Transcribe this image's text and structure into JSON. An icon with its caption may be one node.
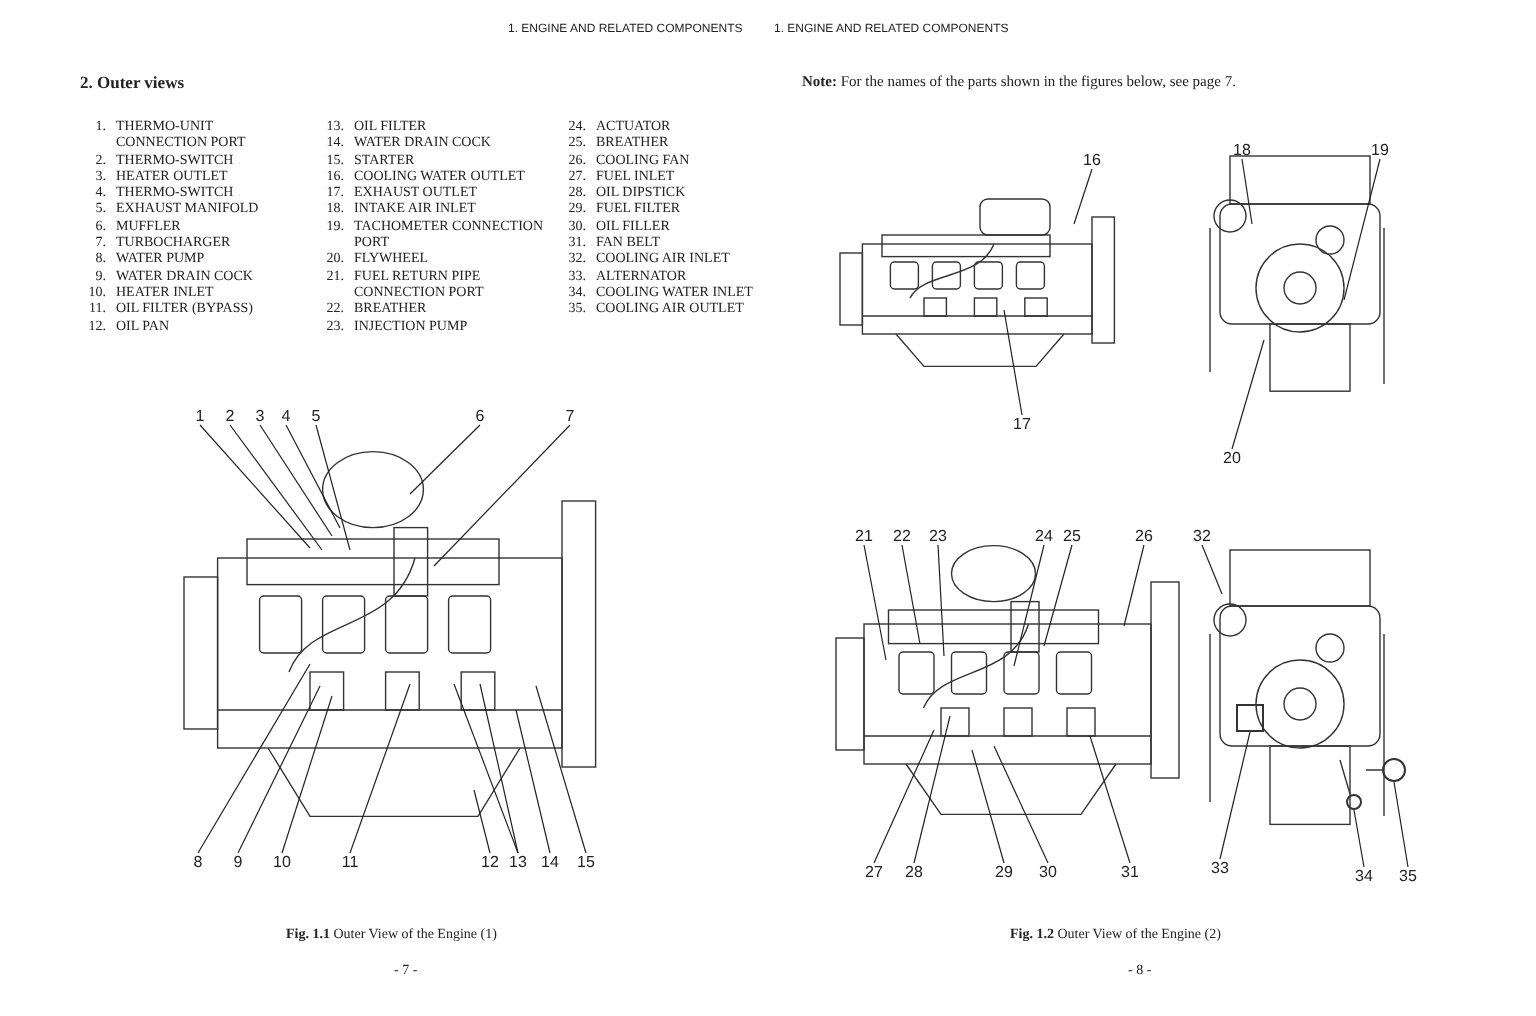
{
  "diagram": {
    "title": "2. Outer views",
    "nodes": [
      {
        "text": [
          "1"
        ]
      },
      {
        "text": [
          "2"
        ]
      },
      {
        "text": [
          "3"
        ]
      },
      {
        "text": [
          "4"
        ]
      },
      {
        "text": [
          "5"
        ]
      },
      {
        "text": [
          "6"
        ]
      },
      {
        "text": [
          "7"
        ]
      },
      {
        "text": [
          "8"
        ]
      },
      {
        "text": [
          "9"
        ]
      },
      {
        "text": [
          "10"
        ]
      },
      {
        "text": [
          "11"
        ]
      },
      {
        "text": [
          "12"
        ]
      },
      {
        "text": [
          "13"
        ]
      },
      {
        "text": [
          "14"
        ]
      },
      {
        "text": [
          "15"
        ]
      },
      {
        "text": [
          "16"
        ]
      },
      {
        "text": [
          "17"
        ]
      },
      {
        "text": [
          "18"
        ]
      },
      {
        "text": [
          "19"
        ]
      },
      {
        "text": [
          "20"
        ]
      },
      {
        "text": [
          "21"
        ]
      },
      {
        "text": [
          "22"
        ]
      },
      {
        "text": [
          "23"
        ]
      },
      {
        "text": [
          "24"
        ]
      },
      {
        "text": [
          "25"
        ]
      },
      {
        "text": [
          "26"
        ]
      },
      {
        "text": [
          "27"
        ]
      },
      {
        "text": [
          "28"
        ]
      },
      {
        "text": [
          "29"
        ]
      },
      {
        "text": [
          "30"
        ]
      },
      {
        "text": [
          "31"
        ]
      },
      {
        "text": [
          "32"
        ]
      },
      {
        "text": [
          "33"
        ]
      },
      {
        "text": [
          "34"
        ]
      },
      {
        "text": [
          "35"
        ]
      },
      {
        "text": [],
        "shape": "box"
      },
      {
        "text": [],
        "shape": "circle"
      },
      {
        "text": [],
        "shape": "circle"
      }
    ],
    "edges": [
      {
        "from": 0,
        "to": null,
        "arrow": "none"
      },
      {
        "from": 1,
        "to": null,
        "arrow": "none"
      },
      {
        "from": 2,
        "to": null,
        "arrow": "none"
      },
      {
        "from": 3,
        "to": null,
        "arrow": "none"
      },
      {
        "from": 4,
        "to": null,
        "arrow": "none"
      },
      {
        "from": 5,
        "to": null,
        "arrow": "none"
      },
      {
        "from": 6,
        "to": null,
        "arrow": "none"
      },
      {
        "from": 7,
        "to": null,
        "arrow": "none"
      },
      {
        "from": 8,
        "to": null,
        "arrow": "none"
      },
      {
        "from": 9,
        "to": null,
        "arrow": "none"
      },
      {
        "from": 10,
        "to": null,
        "arrow": "none"
      },
      {
        "from": 11,
        "to": null,
        "arrow": "none"
      },
      {
        "from": 12,
        "to": null,
        "arrow": "none"
      },
      {
        "from": 12,
        "to": null,
        "arrow": "none"
      },
      {
        "from": 13,
        "to": null,
        "arrow": "none"
      },
      {
        "from": 14,
        "to": null,
        "arrow": "none"
      },
      {
        "from": 15,
        "to": null,
        "arrow": "none"
      },
      {
        "from": 16,
        "to": null,
        "arrow": "none"
      },
      {
        "from": 17,
        "to": null,
        "arrow": "none"
      },
      {
        "from": 18,
        "to": null,
        "arrow": "none"
      },
      {
        "from": 19,
        "to": null,
        "arrow": "none"
      },
      {
        "from": 20,
        "to": null,
        "arrow": "none"
      },
      {
        "from": 21,
        "to": null,
        "arrow": "none"
      },
      {
        "from": 22,
        "to": null,
        "arrow": "none"
      },
      {
        "from": 23,
        "to": null,
        "arrow": "none"
      },
      {
        "from": 24,
        "to": null,
        "arrow": "none"
      },
      {
        "from": 25,
        "to": null,
        "arrow": "none"
      },
      {
        "from": 26,
        "to": null,
        "arrow": "none"
      },
      {
        "from": 27,
        "to": null,
        "arrow": "none"
      },
      {
        "from": 28,
        "to": null,
        "arrow": "none"
      },
      {
        "from": 29,
        "to": null,
        "arrow": "none"
      },
      {
        "from": 30,
        "to": null,
        "arrow": "none"
      },
      {
        "from": 31,
        "to": null,
        "arrow": "none"
      },
      {
        "from": 32,
        "to": 35,
        "arrow": "none"
      },
      {
        "from": 33,
        "to": 36,
        "arrow": "none"
      },
      {
        "from": 34,
        "to": 37,
        "arrow": "none"
      }
    ],
    "labels": [
      "1. ENGINE AND RELATED COMPONENTS",
      "1. ENGINE AND RELATED COMPONENTS",
      "**Note:**  For the names of the parts shown in the figures below, see page 7.",
      "1.",
      "THERMO-UNIT CONNECTION PORT",
      "2.",
      "THERMO-SWITCH",
      "3.",
      "HEATER OUTLET",
      "4.",
      "THERMO-SWITCH",
      "5.",
      "EXHAUST MANIFOLD",
      "6.",
      "MUFFLER",
      "7.",
      "TURBOCHARGER",
      "8.",
      "WATER PUMP",
      "9.",
      "WATER DRAIN COCK",
      "10.",
      "HEATER INLET",
      "11.",
      "OIL FILTER (BYPASS)",
      "12.",
      "OIL PAN",
      "13.",
      "OIL FILTER",
      "14.",
      "WATER DRAIN COCK",
      "15.",
      "STARTER",
      "16.",
      "COOLING WATER OUTLET",
      "17.",
      "EXHAUST OUTLET",
      "18.",
      "INTAKE AIR INLET",
      "19.",
      "TACHOMETER CONNECTION PORT",
      "20.",
      "FLYWHEEL",
      "21.",
      "FUEL RETURN PIPE CONNECTION PORT",
      "22.",
      "BREATHER",
      "23.",
      "INJECTION PUMP",
      "24.",
      "ACTUATOR",
      "25.",
      "BREATHER",
      "26.",
      "COOLING FAN",
      "27.",
      "FUEL INLET",
      "28.",
      "OIL DIPSTICK",
      "29.",
      "FUEL FILTER",
      "30.",
      "OIL FILLER",
      "31.",
      "FAN BELT",
      "32.",
      "COOLING AIR INLET",
      "33.",
      "ALTERNATOR",
      "34.",
      "COOLING WATER INLET",
      "35.",
      "COOLING AIR OUTLET",
      "**Fig. 1.1**  Outer View of the Engine (1)",
      "**Fig. 1.2**  Outer View of the Engine (2)",
      "- 7 -",
      "- 8 -"
    ]
  }
}
